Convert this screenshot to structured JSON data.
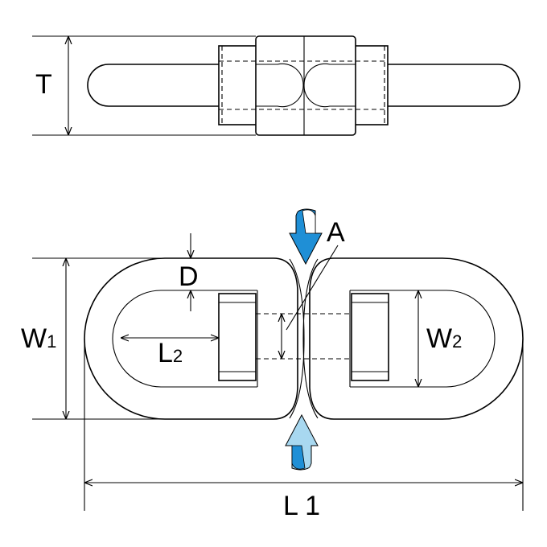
{
  "labels": {
    "T": "T",
    "D": "D",
    "A": "A",
    "W1_main": "W",
    "W1_sub": "1",
    "L2_main": "L",
    "L2_sub": "2",
    "W2_main": "W",
    "W2_sub": "2",
    "L1": "L 1"
  },
  "colors": {
    "arrow_top": "#1f8fd6",
    "arrow_bottom": "#a8d8f0",
    "line": "#000000"
  },
  "icons": {
    "arrow_top": "rotate-down-arrow-icon",
    "arrow_bottom": "rotate-up-arrow-icon"
  }
}
